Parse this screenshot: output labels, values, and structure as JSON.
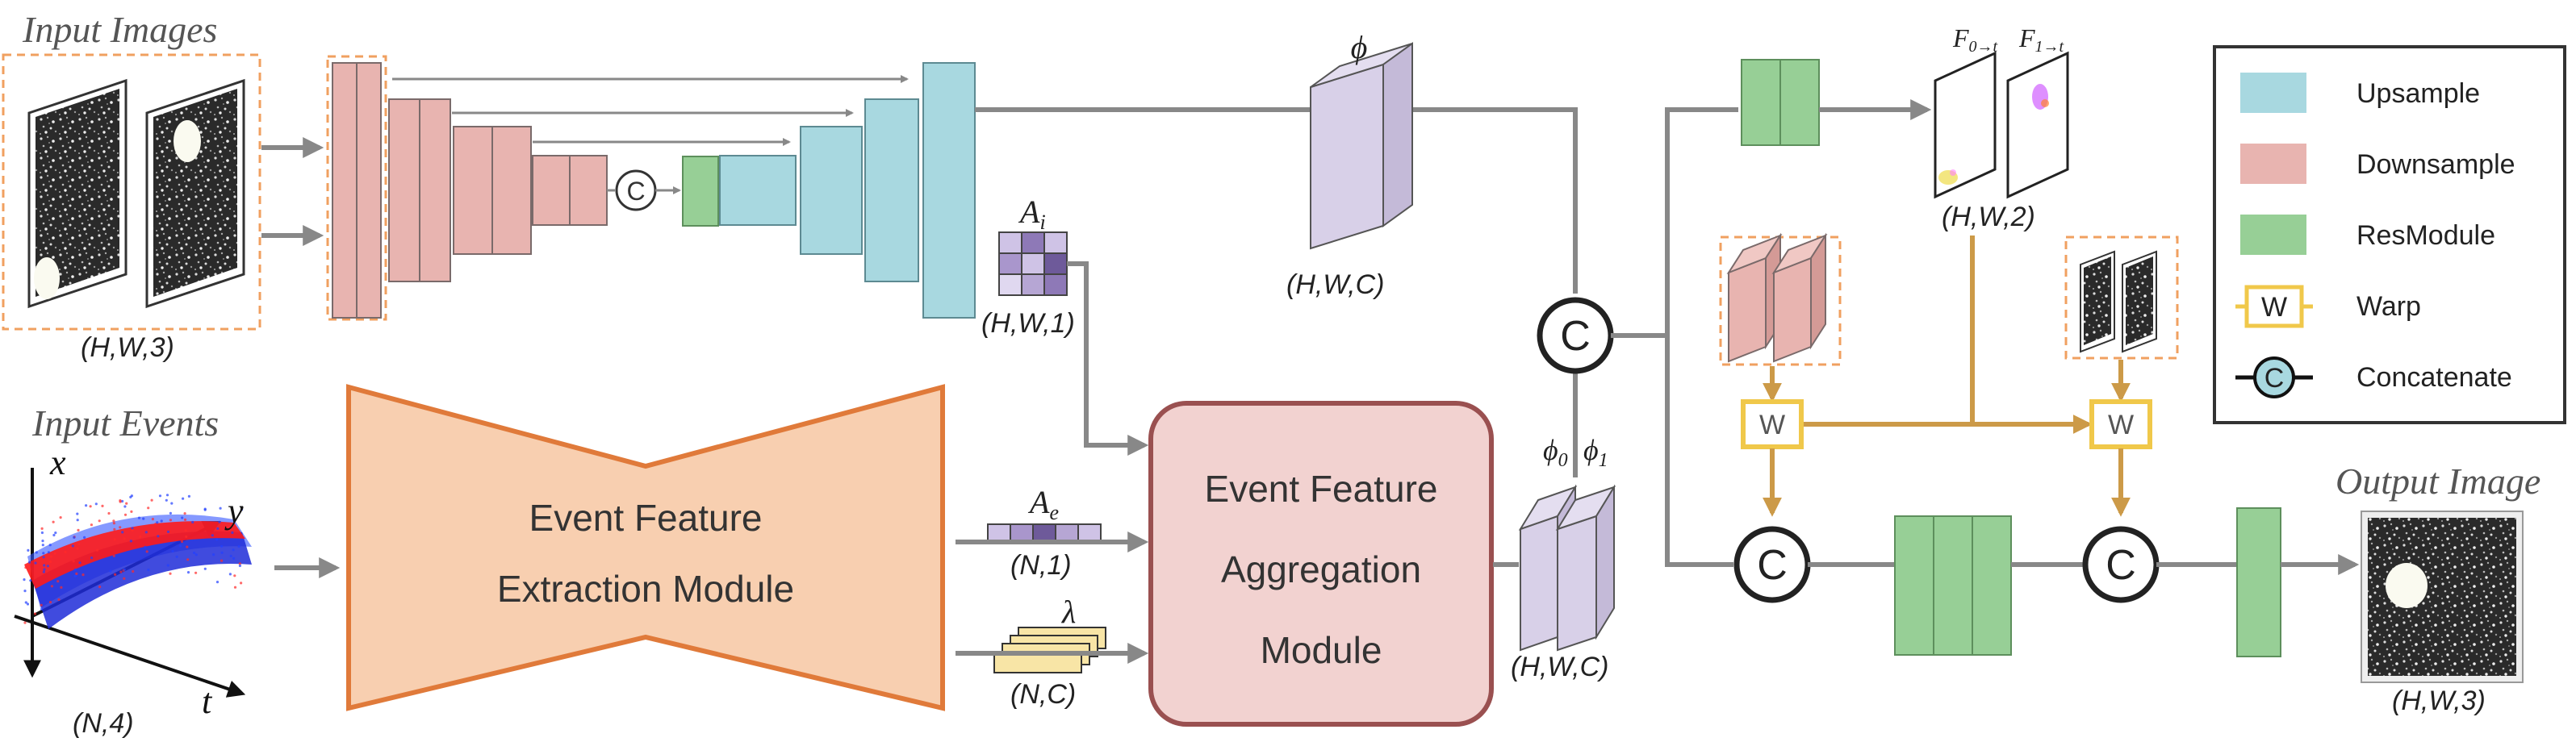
{
  "colors": {
    "upsample": "#a8d8e0",
    "downsample": "#e8b4b0",
    "resmodule": "#97cf96",
    "warp": "#f0c84a",
    "arrow_gray": "#888888",
    "arrow_tan": "#cc9a48",
    "event_module": "#f8cfb0",
    "event_module_border": "#e07a3a",
    "aggregation": "#f2d2d0",
    "aggregation_border": "#9a5050",
    "feature_cube": "#d8d0e8",
    "attention_dark": "#8e79b7",
    "attention_light": "#cfc3e6",
    "lambda_fill": "#f8e5a6",
    "dashed_orange": "#f0a060",
    "concat_fill": "#a8d8e0"
  },
  "labels": {
    "input_images": "Input Images",
    "input_events": "Input Events",
    "output_image": "Output Image",
    "dim_input_images": "(H,W,3)",
    "dim_input_events": "(N,4)",
    "dim_attention_img": "(H,W,1)",
    "dim_phi": "(H,W,C)",
    "dim_flow": "(H,W,2)",
    "dim_phi01": "(H,W,C)",
    "dim_ae": "(N,1)",
    "dim_lambda": "(N,C)",
    "dim_output": "(H,W,3)",
    "phi": "ϕ",
    "phi0": "ϕ",
    "phi0_sub": "0",
    "phi1": "ϕ",
    "phi1_sub": "1",
    "ai": "A",
    "ai_sub": "i",
    "ae": "A",
    "ae_sub": "e",
    "lambda": "λ",
    "f0t": "F",
    "f0t_sub": "0→t",
    "f1t": "F",
    "f1t_sub": "1→t",
    "axis_x": "x",
    "axis_y": "y",
    "axis_t": "t",
    "concat_symbol": "C",
    "warp_symbol": "W",
    "event_extraction_line1": "Event Feature",
    "event_extraction_line2": "Extraction Module",
    "event_aggregation_line1": "Event Feature",
    "event_aggregation_line2": "Aggregation",
    "event_aggregation_line3": "Module"
  },
  "legend": [
    {
      "label": "Upsample",
      "kind": "upsample"
    },
    {
      "label": "Downsample",
      "kind": "downsample"
    },
    {
      "label": "ResModule",
      "kind": "resmodule"
    },
    {
      "label": "Warp",
      "kind": "warp"
    },
    {
      "label": "Concatenate",
      "kind": "concat"
    }
  ]
}
